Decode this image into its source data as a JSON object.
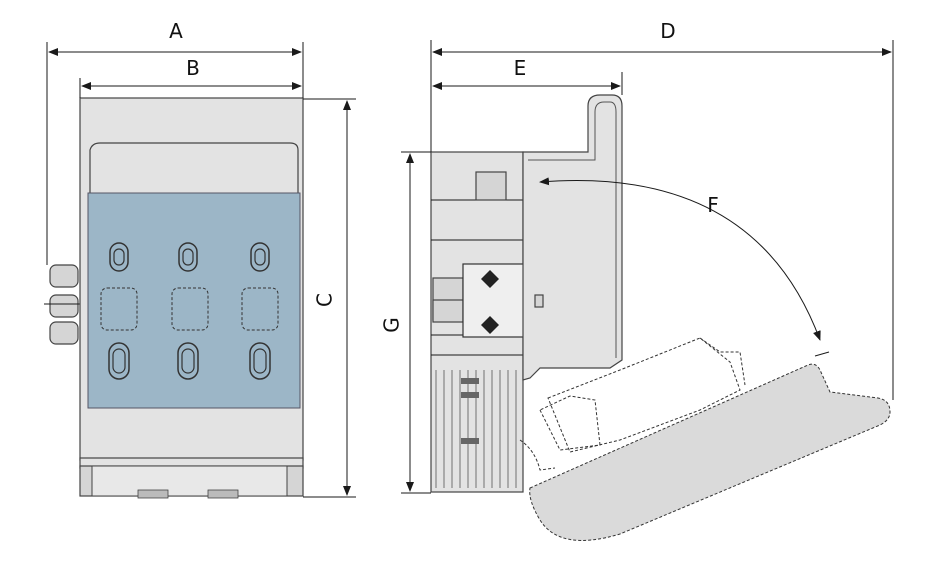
{
  "dimensions": {
    "A": "A",
    "B": "B",
    "C": "C",
    "D": "D",
    "E": "E",
    "F": "F",
    "G": "G"
  },
  "colors": {
    "body": "#e3e3e3",
    "cover": "#9cb6c7",
    "outline": "#444444"
  }
}
